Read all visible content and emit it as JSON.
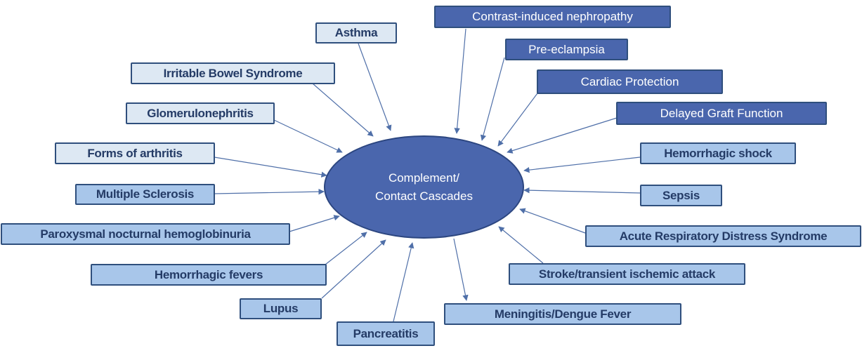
{
  "center": {
    "line1": "Complement/",
    "line2": "Contact Cascades"
  },
  "nodes": {
    "asthma": "Asthma",
    "ibs": "Irritable Bowel Syndrome",
    "glomerulonephritis": "Glomerulonephritis",
    "arthritis": "Forms of arthritis",
    "ms": "Multiple Sclerosis",
    "pnh": "Paroxysmal nocturnal hemoglobinuria",
    "hemorrhagic_fevers": "Hemorrhagic fevers",
    "lupus": "Lupus",
    "pancreatitis": "Pancreatitis",
    "meningitis": "Meningitis/Dengue Fever",
    "stroke": "Stroke/transient ischemic attack",
    "ards": "Acute Respiratory Distress Syndrome",
    "sepsis": "Sepsis",
    "hemorrhagic_shock": "Hemorrhagic shock",
    "delayed_graft": "Delayed Graft Function",
    "cardiac": "Cardiac Protection",
    "preeclampsia": "Pre-eclampsia",
    "contrast": "Contrast-induced nephropathy"
  },
  "colors": {
    "center_fill": "#4a66ad",
    "dark_box": "#4a66ad",
    "mid_box": "#a8c6ea",
    "light_box": "#dde8f3",
    "border": "#2f4f7d",
    "arrow": "#4f6fa8"
  }
}
